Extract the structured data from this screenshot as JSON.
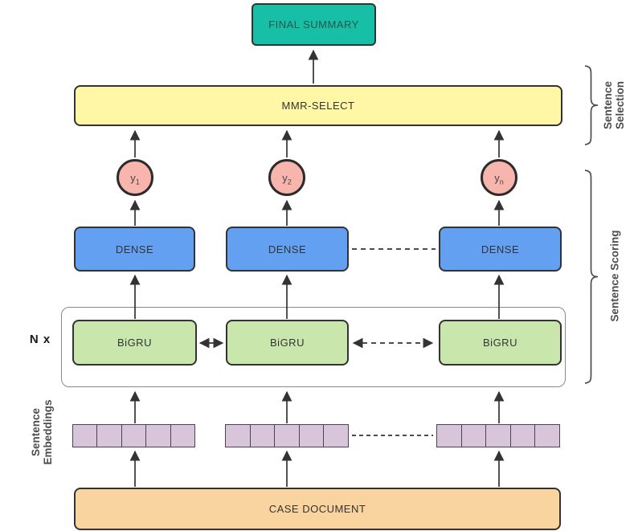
{
  "diagram": {
    "final_box": {
      "label": "FINAL SUMMARY"
    },
    "mmr_box": {
      "label": "MMR-SELECT"
    },
    "outputs": [
      {
        "base": "y",
        "sub": "1"
      },
      {
        "base": "y",
        "sub": "2"
      },
      {
        "base": "y",
        "sub": "n"
      }
    ],
    "dense_boxes": [
      {
        "label": "DENSE"
      },
      {
        "label": "DENSE"
      },
      {
        "label": "DENSE"
      }
    ],
    "recurrent": {
      "repeat_label": "N x",
      "boxes": [
        {
          "label": "BiGRU"
        },
        {
          "label": "BiGRU"
        },
        {
          "label": "BiGRU"
        }
      ]
    },
    "embeddings": {
      "rows": 3,
      "cells_per_row": 5
    },
    "document_box": {
      "label": "CASE DOCUMENT"
    },
    "annotations": {
      "right_top": {
        "line1": "Sentence",
        "line2": "Selection"
      },
      "right_middle": {
        "line1": "Sentence Scoring"
      },
      "left": {
        "line1": "Sentence",
        "line2": "Embeddings"
      }
    },
    "colors": {
      "background": "#FFFFFF",
      "teal_fill": "#17BFA6",
      "teal_text": "#26564C",
      "yellow_fill": "#FFF6A6",
      "pink_fill": "#F8B5AD",
      "blue_fill": "#64A0F2",
      "green_fill": "#C9E7AD",
      "purple_fill": "#D8C5DC",
      "orange_fill": "#F9D49E",
      "line": "#333333",
      "border_dark": "#333333",
      "container_border": "#8A8A8A",
      "text_dark": "#333333",
      "annotation": "#4D4D4D"
    }
  }
}
